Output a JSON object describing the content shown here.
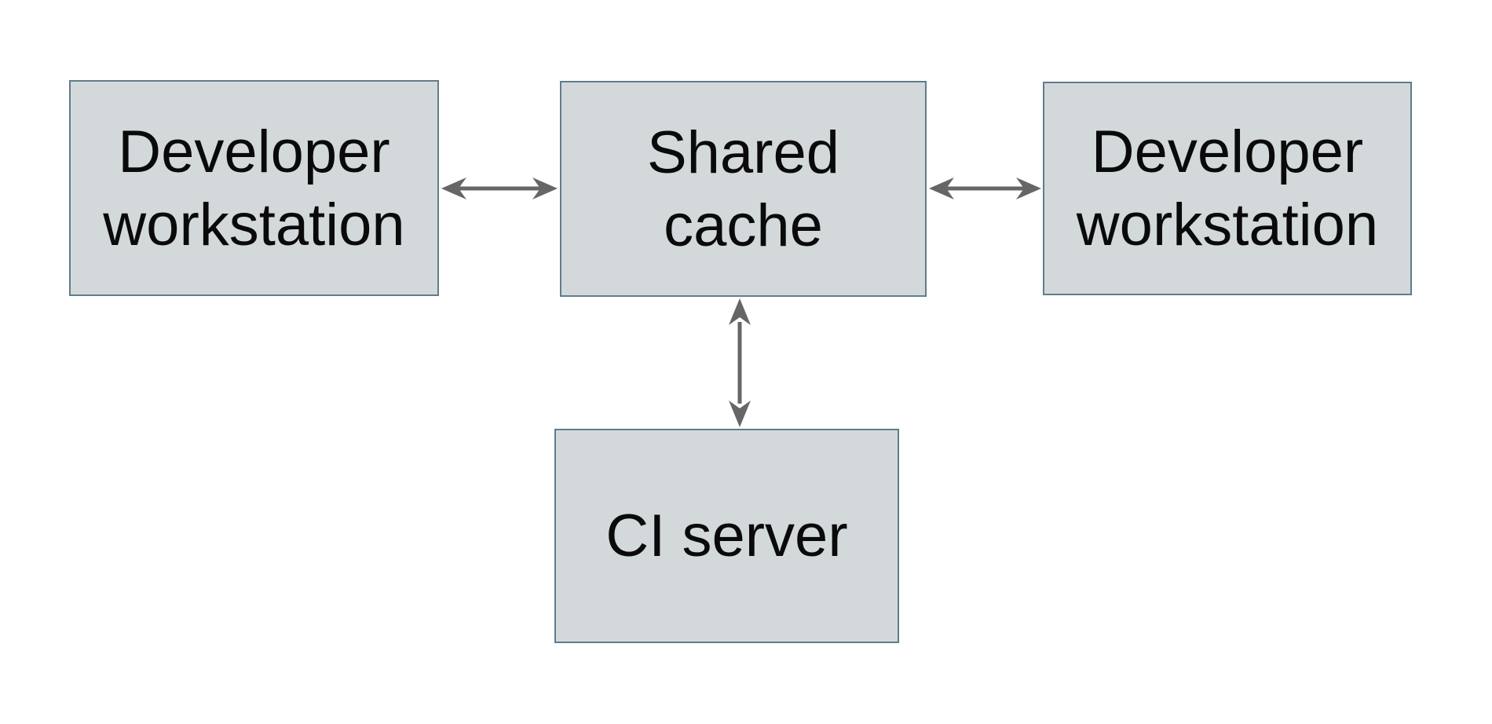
{
  "diagram": {
    "type": "architecture-diagram",
    "background": "#ffffff",
    "nodes": {
      "dev_left": {
        "label": "Developer\nworkstation"
      },
      "shared": {
        "label": "Shared\ncache"
      },
      "dev_right": {
        "label": "Developer\nworkstation"
      },
      "ci": {
        "label": "CI server"
      }
    },
    "edges": [
      {
        "from": "dev_left",
        "to": "shared",
        "direction": "bidirectional",
        "orientation": "horizontal"
      },
      {
        "from": "shared",
        "to": "dev_right",
        "direction": "bidirectional",
        "orientation": "horizontal"
      },
      {
        "from": "shared",
        "to": "ci",
        "direction": "bidirectional",
        "orientation": "vertical"
      }
    ],
    "colors": {
      "node_fill": "#d3d9db",
      "node_border": "#5f7d8c",
      "arrow": "#666666",
      "text": "#0a0a0a"
    }
  }
}
